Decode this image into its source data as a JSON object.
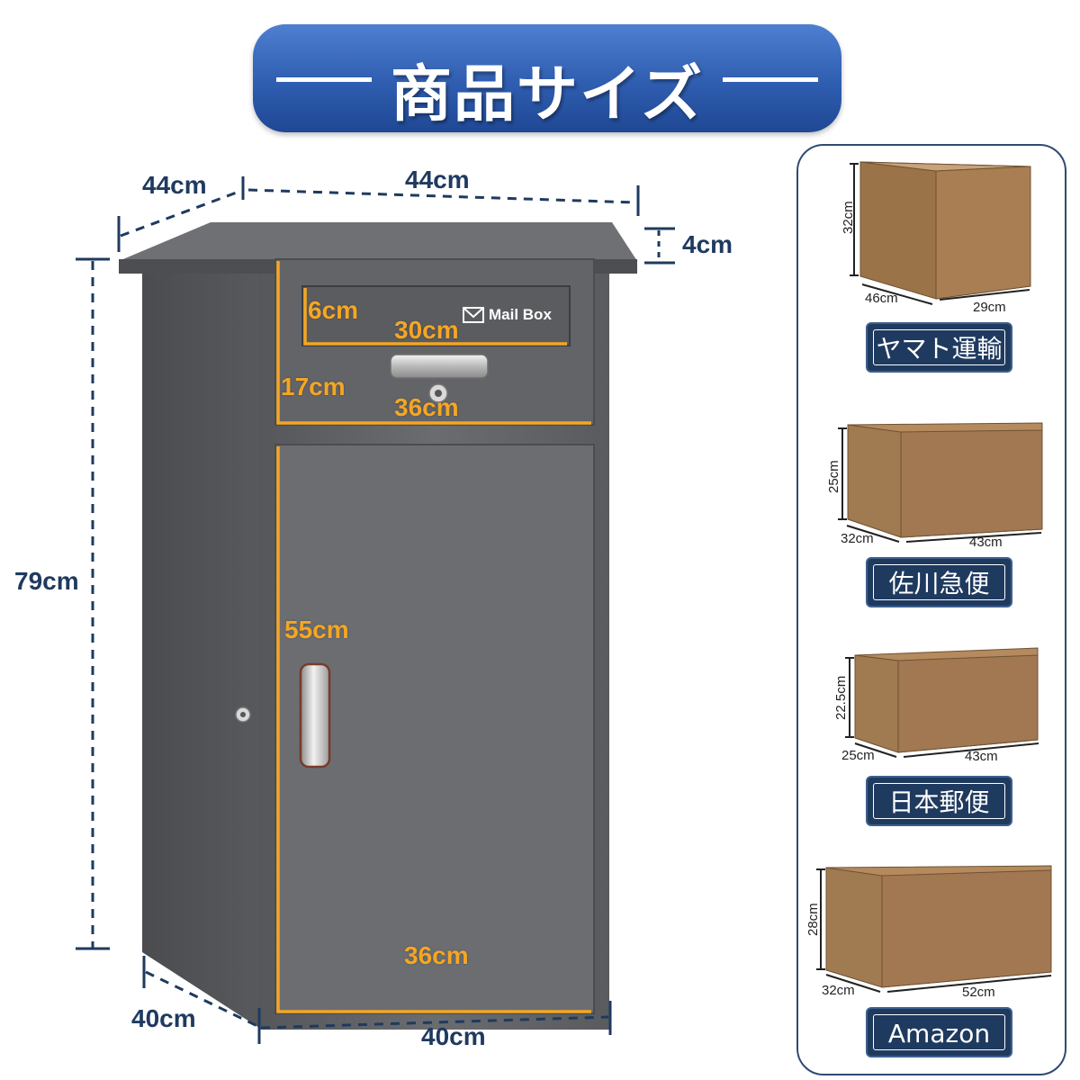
{
  "title": "商品サイズ",
  "product": {
    "mailbox_label": "Mail Box",
    "dims": {
      "top_depth": "44cm",
      "top_width": "44cm",
      "roof_height": "4cm",
      "total_height": "79cm",
      "bottom_depth": "40cm",
      "bottom_width": "40cm"
    },
    "inner_dims": {
      "slot_height": "6cm",
      "slot_width": "30cm",
      "upper_height": "17cm",
      "upper_width": "36cm",
      "lower_height": "55cm",
      "lower_width": "36cm"
    }
  },
  "boxes": [
    {
      "carrier": "ヤマト運輸",
      "height": "32cm",
      "depth": "46cm",
      "width": "29cm"
    },
    {
      "carrier": "佐川急便",
      "height": "25cm",
      "depth": "32cm",
      "width": "43cm"
    },
    {
      "carrier": "日本郵便",
      "height": "22.5cm",
      "depth": "25cm",
      "width": "43cm"
    },
    {
      "carrier": "Amazon",
      "height": "28cm",
      "depth": "32cm",
      "width": "52cm"
    }
  ],
  "colors": {
    "banner": "#2f5db0",
    "dimension_text": "#1f3a5f",
    "inner_dimension": "#f5a623",
    "cabinet": "#5e6063",
    "carrier_badge": "#1f3a5f",
    "box": "#b48a5e"
  },
  "icons": [
    "envelope-icon",
    "key-lock-icon",
    "handle-icon"
  ]
}
